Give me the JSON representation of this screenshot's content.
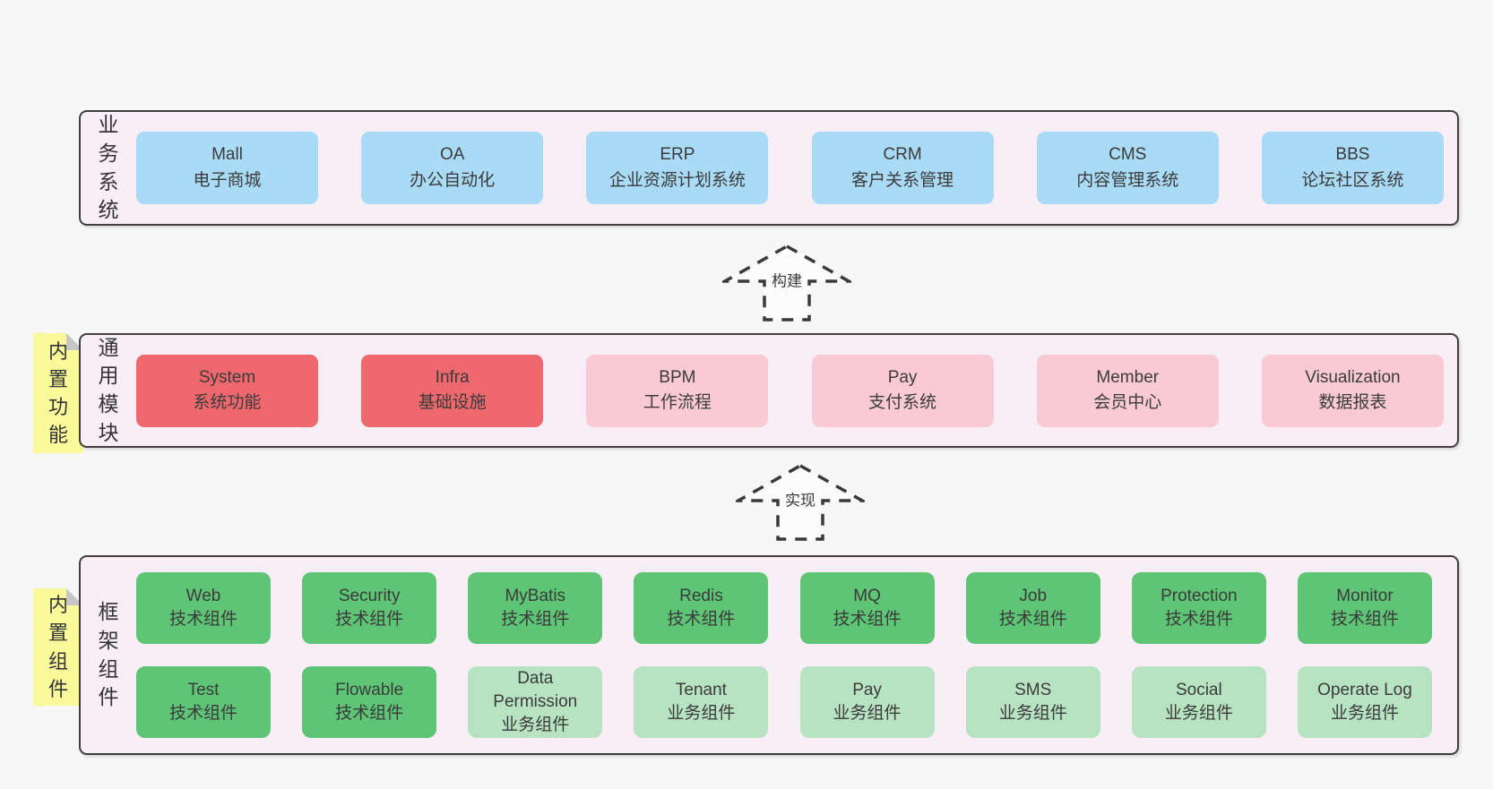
{
  "colors": {
    "page_bg": "#f7f7f7",
    "panel_fill": "#f8eef6",
    "panel_border": "#3f3f3f",
    "text": "#3a3a3a",
    "blue": "#a9dbf6",
    "red": "#ef686d",
    "pink": "#facad4",
    "green": "#5ec476",
    "lightgreen": "#b8e3c2",
    "yellow": "#fafa9b"
  },
  "arrows": {
    "build": "构建",
    "implement": "实现"
  },
  "stickies": {
    "features": "内置功能",
    "components": "内置组件"
  },
  "sections": {
    "business": {
      "label": "业务系统",
      "items": [
        {
          "title": "Mall",
          "subtitle": "电子商城",
          "color": "blue"
        },
        {
          "title": "OA",
          "subtitle": "办公自动化",
          "color": "blue"
        },
        {
          "title": "ERP",
          "subtitle": "企业资源计划系统",
          "color": "blue"
        },
        {
          "title": "CRM",
          "subtitle": "客户关系管理",
          "color": "blue"
        },
        {
          "title": "CMS",
          "subtitle": "内容管理系统",
          "color": "blue"
        },
        {
          "title": "BBS",
          "subtitle": "论坛社区系统",
          "color": "blue"
        }
      ]
    },
    "modules": {
      "label": "通用模块",
      "items": [
        {
          "title": "System",
          "subtitle": "系统功能",
          "color": "red"
        },
        {
          "title": "Infra",
          "subtitle": "基础设施",
          "color": "red"
        },
        {
          "title": "BPM",
          "subtitle": "工作流程",
          "color": "pink"
        },
        {
          "title": "Pay",
          "subtitle": "支付系统",
          "color": "pink"
        },
        {
          "title": "Member",
          "subtitle": "会员中心",
          "color": "pink"
        },
        {
          "title": "Visualization",
          "subtitle": "数据报表",
          "color": "pink"
        }
      ]
    },
    "components": {
      "label": "框架组件",
      "row1": [
        {
          "title": "Web",
          "subtitle": "技术组件",
          "color": "green"
        },
        {
          "title": "Security",
          "subtitle": "技术组件",
          "color": "green"
        },
        {
          "title": "MyBatis",
          "subtitle": "技术组件",
          "color": "green"
        },
        {
          "title": "Redis",
          "subtitle": "技术组件",
          "color": "green"
        },
        {
          "title": "MQ",
          "subtitle": "技术组件",
          "color": "green"
        },
        {
          "title": "Job",
          "subtitle": "技术组件",
          "color": "green"
        },
        {
          "title": "Protection",
          "subtitle": "技术组件",
          "color": "green"
        },
        {
          "title": "Monitor",
          "subtitle": "技术组件",
          "color": "green"
        }
      ],
      "row2": [
        {
          "title": "Test",
          "subtitle": "技术组件",
          "color": "green"
        },
        {
          "title": "Flowable",
          "subtitle": "技术组件",
          "color": "green"
        },
        {
          "title": "Data Permission",
          "subtitle": "业务组件",
          "color": "lightgreen"
        },
        {
          "title": "Tenant",
          "subtitle": "业务组件",
          "color": "lightgreen"
        },
        {
          "title": "Pay",
          "subtitle": "业务组件",
          "color": "lightgreen"
        },
        {
          "title": "SMS",
          "subtitle": "业务组件",
          "color": "lightgreen"
        },
        {
          "title": "Social",
          "subtitle": "业务组件",
          "color": "lightgreen"
        },
        {
          "title": "Operate Log",
          "subtitle": "业务组件",
          "color": "lightgreen"
        }
      ]
    }
  }
}
